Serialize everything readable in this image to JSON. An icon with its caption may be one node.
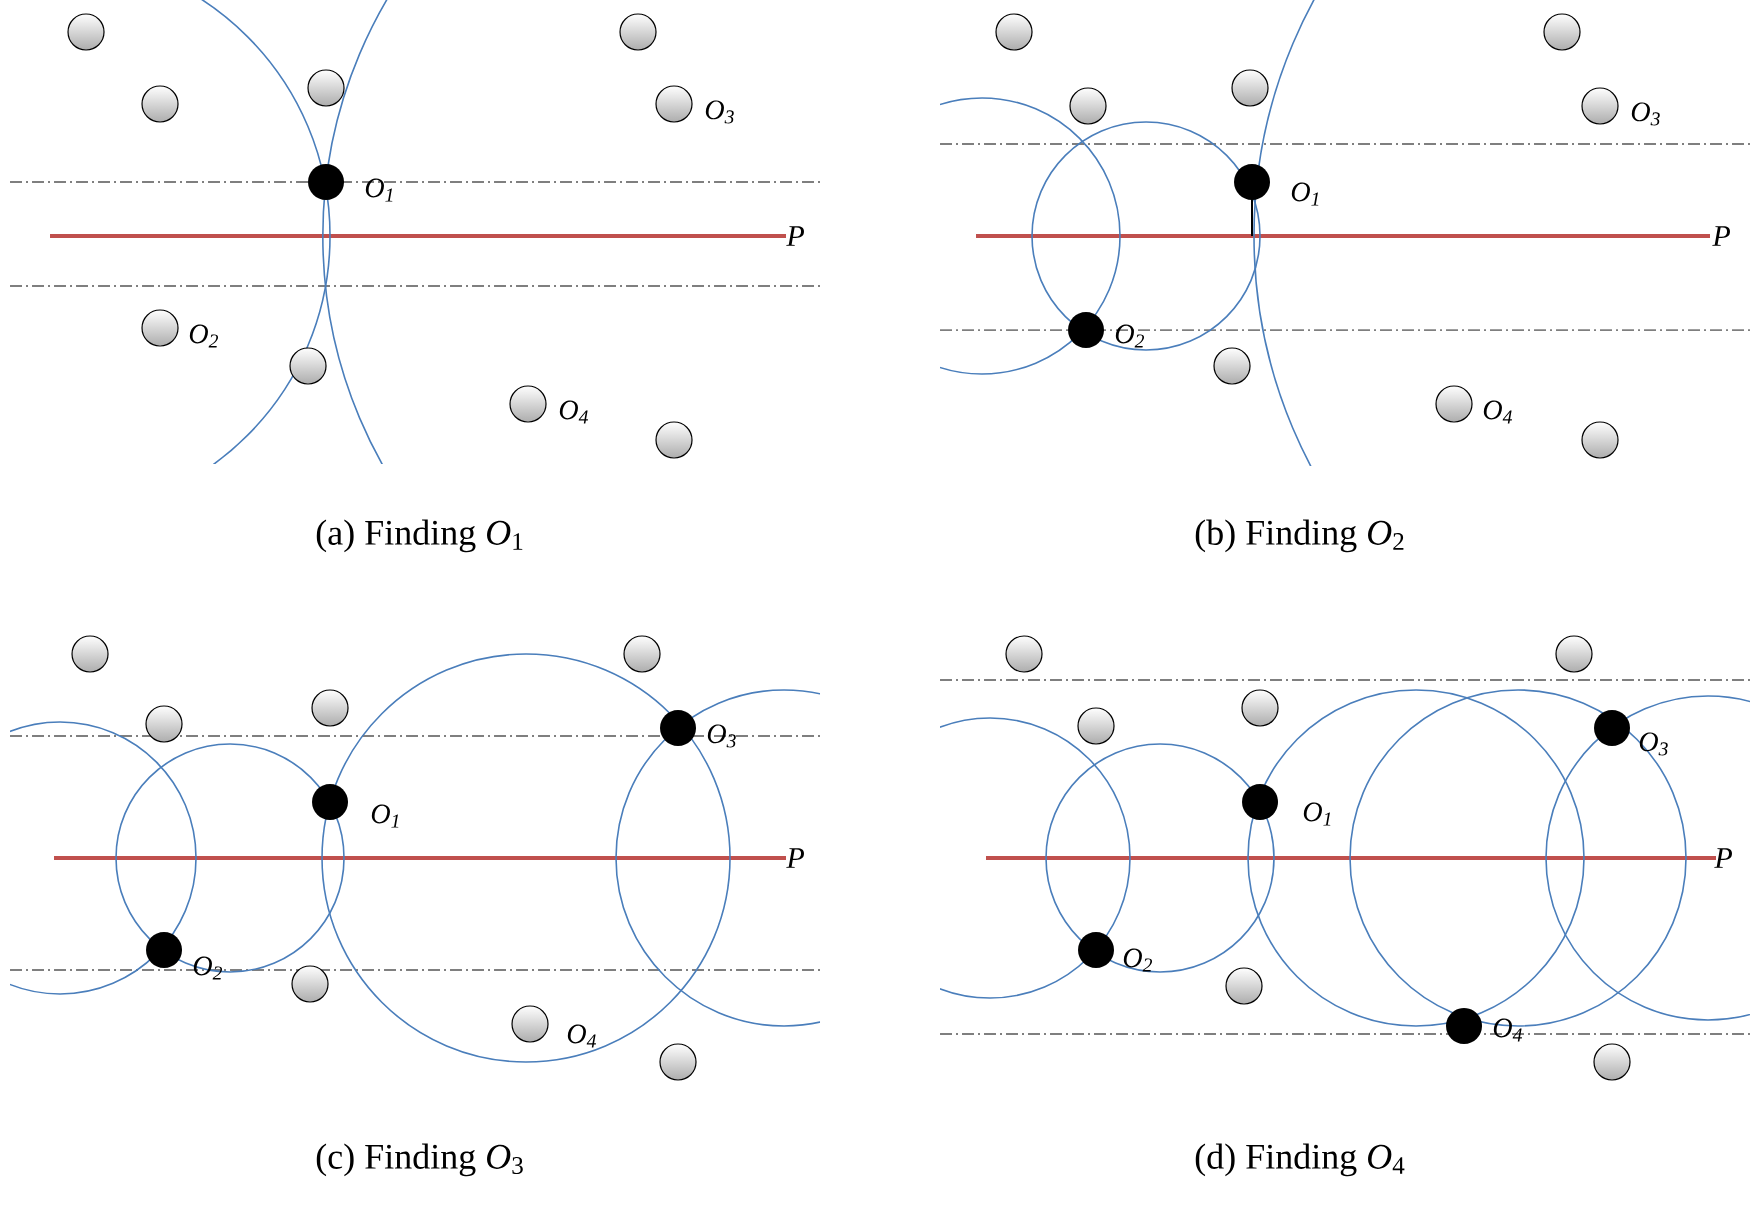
{
  "diagram": {
    "labels": [
      "O$_{3}$",
      "O$_{1}$",
      "P",
      "O$_{2}$",
      "O$_{4}$",
      "(a) Finding *O*$_{1}$",
      "O$_{3}$",
      "O$_{1}$",
      "P",
      "O$_{2}$",
      "O$_{4}$",
      "(b) Finding *O*$_{2}$",
      "O$_{1}$",
      "O$_{3}$",
      "P",
      "O$_{2}$",
      "O$_{4}$",
      "(c) Finding *O*$_{3}$",
      "O$_{3}$",
      "O$_{1}$",
      "P",
      "O$_{2}$",
      "O$_{4}$",
      "(d) Finding *O*$_{4}$"
    ]
  }
}
